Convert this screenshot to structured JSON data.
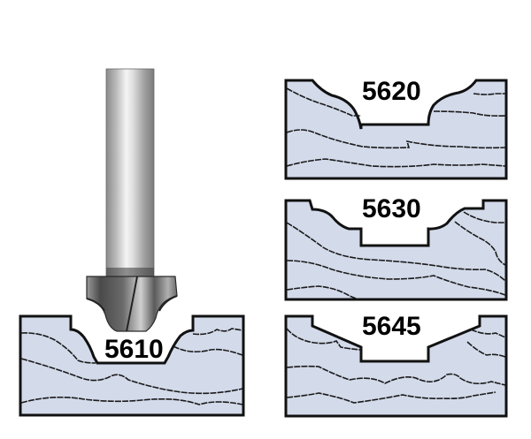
{
  "figure": {
    "description": "Router bit and groove profiles",
    "colors": {
      "wood_fill": "#d3daea",
      "outline": "#111111",
      "grain": "#1a1a1a",
      "background": "#ffffff",
      "shank_light": "#e8e8e8",
      "shank_dark": "#7a7a7a"
    },
    "profiles": [
      {
        "id": "5610",
        "label": "5610"
      },
      {
        "id": "5620",
        "label": "5620"
      },
      {
        "id": "5630",
        "label": "5630"
      },
      {
        "id": "5645",
        "label": "5645"
      }
    ]
  }
}
